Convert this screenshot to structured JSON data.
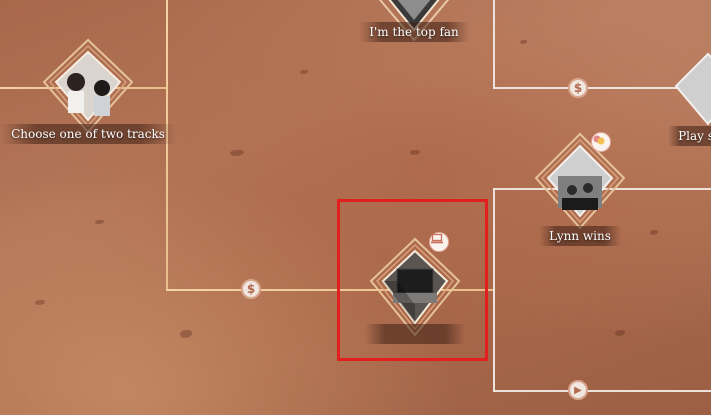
{
  "nodes": {
    "top_fan": {
      "label": "I'm the top fan"
    },
    "choose_track": {
      "label": "Choose one of two tracks"
    },
    "lynn_wins": {
      "label": "Lynn wins"
    },
    "current": {
      "label": ""
    },
    "play_partial": {
      "label": "Play s"
    }
  },
  "colors": {
    "gold_path": "#f3d3a6",
    "white_path": "#efe8e4",
    "highlight": "#e21f1f"
  },
  "icons": {
    "path_lock": "coin-lock-icon",
    "play": "play-icon",
    "laptop": "laptop-icon",
    "badge_character": "character-badge-icon"
  }
}
